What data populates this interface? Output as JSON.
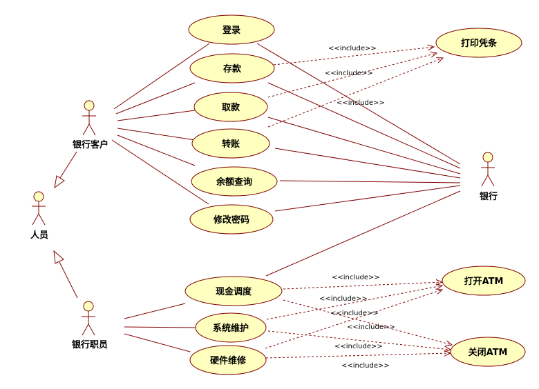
{
  "actors": {
    "person": "人员",
    "customer": "银行客户",
    "staff": "银行职员",
    "bank": "银行"
  },
  "use_cases": {
    "login": "登录",
    "deposit": "存款",
    "withdraw": "取款",
    "transfer": "转账",
    "balance": "余额查询",
    "change_pwd": "修改密码",
    "print_receipt": "打印凭条",
    "cash_dispatch": "现金调度",
    "system_maint": "系统维护",
    "hardware_maint": "硬件维修",
    "open_atm": "打开ATM",
    "close_atm": "关闭ATM"
  },
  "include_label": "<<include>>",
  "colors": {
    "fill": "#ffffc0",
    "line": "#800000",
    "background": "#ffffff"
  }
}
